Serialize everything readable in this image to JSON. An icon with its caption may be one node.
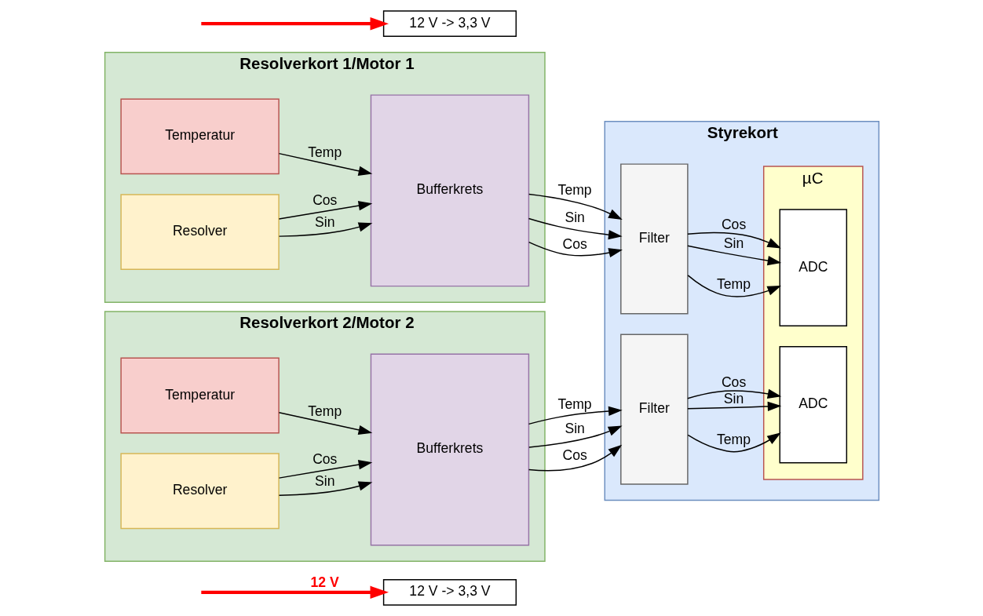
{
  "diagram": {
    "nodes": [
      {
        "text": [
          "12 V -> 3,3 V"
        ]
      },
      {
        "text": [
          "Resolverkort 1/Motor 1"
        ]
      },
      {
        "text": [
          "Temperatur"
        ],
        "in": 1
      },
      {
        "text": [
          "Resolver"
        ],
        "in": 1
      },
      {
        "text": [
          "Bufferkrets"
        ],
        "in": 1
      },
      {
        "text": [
          "Styrekort"
        ]
      },
      {
        "text": [
          "Filter"
        ],
        "in": 5
      },
      {
        "text": [
          "µC"
        ],
        "in": 5
      },
      {
        "text": [
          "ADC"
        ],
        "in": 7
      },
      {
        "text": [
          "12 V -> 3,3 V"
        ]
      },
      {
        "text": [
          "Resolverkort 2/Motor 2"
        ]
      },
      {
        "text": [
          "Temperatur"
        ],
        "in": 10
      },
      {
        "text": [
          "Resolver"
        ],
        "in": 10
      },
      {
        "text": [
          "Bufferkrets"
        ],
        "in": 10
      },
      {
        "text": [
          "Filter"
        ],
        "in": 5
      },
      {
        "text": [
          "ADC"
        ],
        "in": 7
      }
    ],
    "edges": [
      {
        "from": null,
        "to": 0,
        "arrow": "to",
        "label": "12 V",
        "style": "thick",
        "color": "#ff0000"
      },
      {
        "from": null,
        "to": 9,
        "arrow": "to",
        "style": "thick",
        "color": "#ff0000"
      },
      {
        "from": 2,
        "to": 4,
        "arrow": "to",
        "label": "Temp"
      },
      {
        "from": 3,
        "to": 4,
        "arrow": "to",
        "label": "Sin"
      },
      {
        "from": 3,
        "to": 4,
        "arrow": "to",
        "label": "Cos"
      },
      {
        "from": 4,
        "to": 6,
        "arrow": "to",
        "label": "Temp"
      },
      {
        "from": 4,
        "to": 6,
        "arrow": "to",
        "label": "Sin"
      },
      {
        "from": 4,
        "to": 6,
        "arrow": "to",
        "label": "Cos"
      },
      {
        "from": 6,
        "to": 8,
        "arrow": "to",
        "label": "Temp"
      },
      {
        "from": 6,
        "to": 8,
        "arrow": "to",
        "label": "Sin"
      },
      {
        "from": 6,
        "to": 8,
        "arrow": "to",
        "label": "Cos"
      },
      {
        "from": 11,
        "to": 13,
        "arrow": "to",
        "label": "Temp"
      },
      {
        "from": 12,
        "to": 13,
        "arrow": "to",
        "label": "Sin"
      },
      {
        "from": 12,
        "to": 13,
        "arrow": "to",
        "label": "Cos"
      },
      {
        "from": 13,
        "to": 14,
        "arrow": "to",
        "label": "Temp"
      },
      {
        "from": 13,
        "to": 14,
        "arrow": "to",
        "label": "Sin"
      },
      {
        "from": 13,
        "to": 14,
        "arrow": "to",
        "label": "Cos"
      },
      {
        "from": 14,
        "to": 15,
        "arrow": "to",
        "label": "Temp"
      },
      {
        "from": 14,
        "to": 15,
        "arrow": "to",
        "label": "Sin"
      },
      {
        "from": 14,
        "to": 15,
        "arrow": "to",
        "label": "Cos"
      }
    ]
  }
}
